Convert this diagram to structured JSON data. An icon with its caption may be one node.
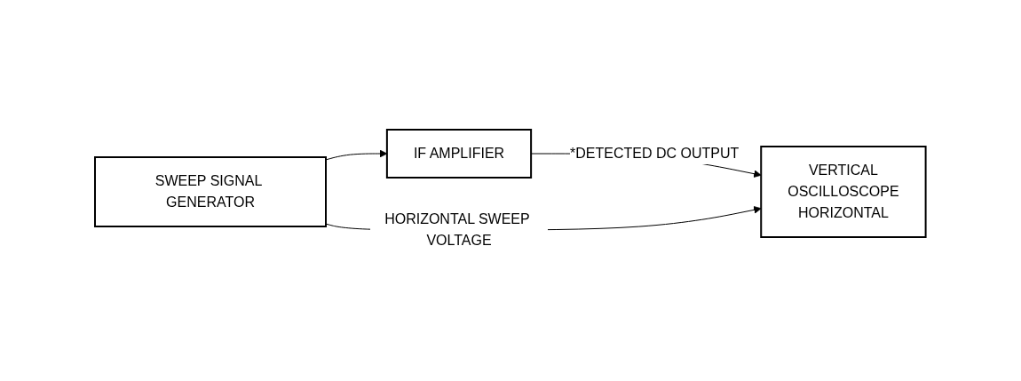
{
  "diagram": {
    "nodes": [
      {
        "text": [
          "SWEEP SIGNAL GENERATOR"
        ]
      },
      {
        "text": [
          "IF AMPLIFIER"
        ]
      },
      {
        "text": [
          "VERTICAL",
          "OSCILLOSCOPE",
          "HORIZONTAL"
        ]
      }
    ],
    "edges": [
      {
        "from": 0,
        "to": 1,
        "arrow": "to"
      },
      {
        "from": 1,
        "to": 2,
        "label": "*DETECTED DC OUTPUT",
        "arrow": "to"
      },
      {
        "from": 0,
        "to": 2,
        "label": "HORIZONTAL SWEEP VOLTAGE",
        "arrow": "to"
      }
    ]
  }
}
